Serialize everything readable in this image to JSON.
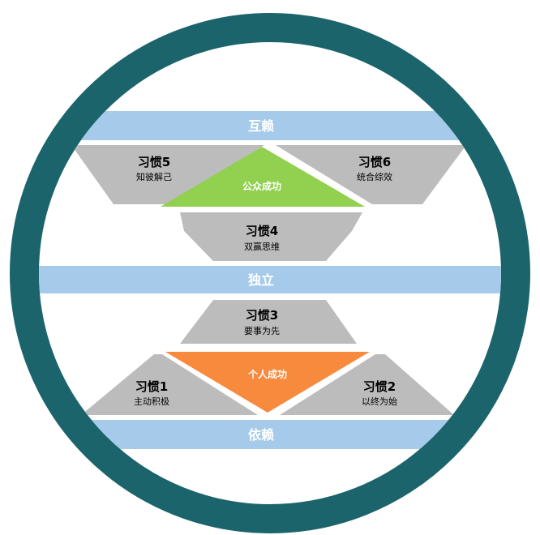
{
  "colors": {
    "ring": "#1b646b",
    "band": "#a6cbea",
    "shape_gray": "#bcbcbc",
    "public_victory": "#92d050",
    "private_victory": "#f78a3d",
    "background": "#ffffff"
  },
  "habit7": {
    "title": "习惯 7",
    "subtitle": "不断更新"
  },
  "bands": {
    "interdependence": "互赖",
    "independence": "独立",
    "dependence": "依赖"
  },
  "victories": {
    "public": "公众成功",
    "private": "个人成功"
  },
  "habits": {
    "h1": {
      "title": "习惯1",
      "desc": "主动积极"
    },
    "h2": {
      "title": "习惯2",
      "desc": "以终为始"
    },
    "h3": {
      "title": "习惯3",
      "desc": "要事为先"
    },
    "h4": {
      "title": "习惯4",
      "desc": "双赢思维"
    },
    "h5": {
      "title": "习惯5",
      "desc": "知彼解己"
    },
    "h6": {
      "title": "习惯6",
      "desc": "统合综效"
    }
  }
}
